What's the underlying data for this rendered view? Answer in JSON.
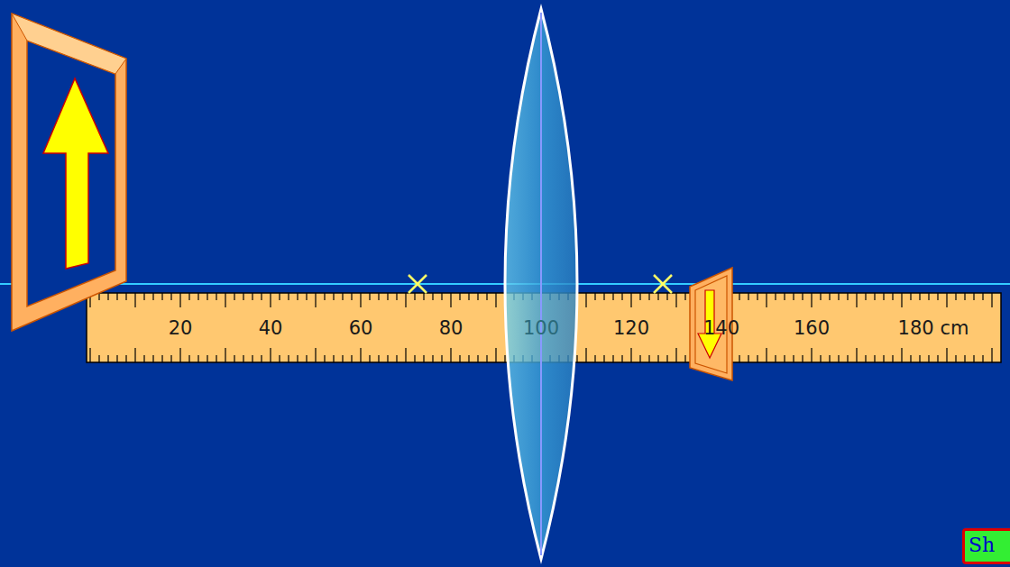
{
  "diagram": {
    "nodes": [
      {
        "text": [
          "Sh"
        ]
      }
    ],
    "labels": [
      "20",
      "40",
      "60",
      "80",
      "100",
      "120",
      "140",
      "160",
      "180 cm"
    ]
  }
}
